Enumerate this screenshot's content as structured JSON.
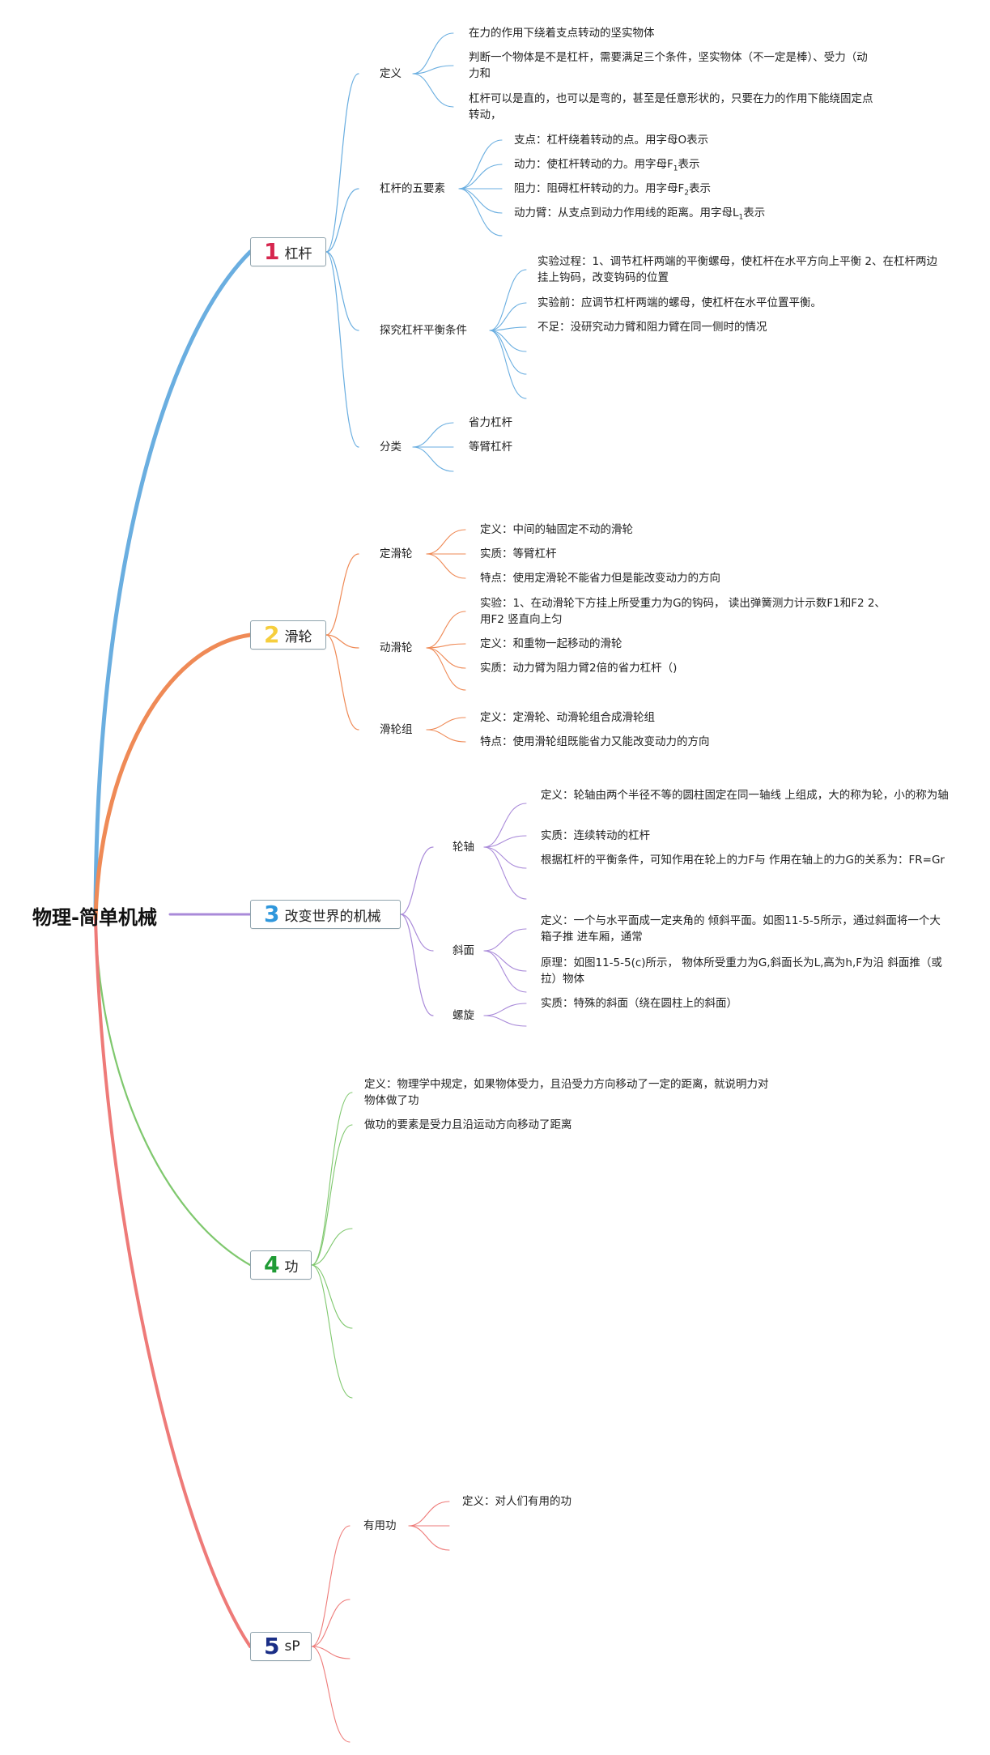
{
  "root": {
    "title": "物理-简单机械"
  },
  "colors": {
    "b1": "#6aaee0",
    "b2": "#ef8a56",
    "b3": "#a98ad9",
    "b4": "#7fc86e",
    "b5": "#ee7a78",
    "n1": "#d6264e",
    "n2": "#f6ce3d",
    "n3": "#2f97dc",
    "n4": "#1f9b35",
    "n5": "#1a2e86"
  },
  "b1": {
    "num": "1",
    "label": "杠杆",
    "def": {
      "label": "定义",
      "items": [
        "在力的作用下绕着支点转动的坚实物体",
        "判断一个物体是不是杠杆，需要满足三个条件，坚实物体（不一定是棒）、受力（动力和",
        "杠杆可以是直的，也可以是弯的，甚至是任意形状的，只要在力的作用下能绕固定点转动，"
      ]
    },
    "five": {
      "label": "杠杆的五要素",
      "i1": "支点：杠杆绕着转动的点。用字母O表示",
      "i2a": "动力：使杠杆转动的力。用字母F",
      "i2s": "1",
      "i2b": "表示",
      "i3a": "阻力：阻碍杠杆转动的力。用字母F",
      "i3s": "2",
      "i3b": "表示",
      "i4a": "动力臂：从支点到动力作用线的距离。用字母L",
      "i4s": "1",
      "i4b": "表示"
    },
    "exp": {
      "label": "探究杠杆平衡条件",
      "items": [
        "实验过程：1、调节杠杆两端的平衡螺母，使杠杆在水平方向上平衡 2、在杠杆两边挂上钩码，改变钩码的位置",
        "实验前：应调节杠杆两端的螺母，使杠杆在水平位置平衡。",
        "不足：没研究动力臂和阻力臂在同一侧时的情况"
      ]
    },
    "cls": {
      "label": "分类",
      "items": [
        "省力杠杆",
        "等臂杠杆"
      ]
    }
  },
  "b2": {
    "num": "2",
    "label": "滑轮",
    "fixed": {
      "label": "定滑轮",
      "items": [
        "定义：中间的轴固定不动的滑轮",
        "实质：等臂杠杆",
        "特点：使用定滑轮不能省力但是能改变动力的方向"
      ]
    },
    "moving": {
      "label": "动滑轮",
      "items": [
        "实验：1、在动滑轮下方挂上所受重力为G的钩码， 读出弹簧测力计示数F1和F2 2、用F2 竖直向上匀",
        "定义：和重物一起移动的滑轮",
        "实质：动力臂为阻力臂2倍的省力杠杆（)"
      ]
    },
    "group": {
      "label": "滑轮组",
      "items": [
        "定义：定滑轮、动滑轮组合成滑轮组",
        "特点：使用滑轮组既能省力又能改变动力的方向"
      ]
    }
  },
  "b3": {
    "num": "3",
    "label": "改变世界的机械",
    "axle": {
      "label": "轮轴",
      "items": [
        "定义：轮轴由两个半径不等的圆柱固定在同一轴线 上组成，大的称为轮，小的称为轴",
        "实质：连续转动的杠杆",
        "根据杠杆的平衡条件，可知作用在轮上的力F与 作用在轴上的力G的关系为：FR=Gr"
      ]
    },
    "slope": {
      "label": "斜面",
      "items": [
        "定义：一个与水平面成一定夹角的 倾斜平面。如图11-5-5所示，通过斜面将一个大箱子推 进车厢，通常",
        "原理：如图11-5-5(c)所示， 物体所受重力为G,斜面长为L,高为h,F为沿 斜面推（或拉）物体"
      ]
    },
    "screw": {
      "label": "螺旋",
      "items": [
        "实质：特殊的斜面（绕在圆柱上的斜面）"
      ]
    }
  },
  "b4": {
    "num": "4",
    "label": "功",
    "items": [
      "定义：物理学中规定，如果物体受力，且沿受力方向移动了一定的距离，就说明力对物体做了功",
      "做功的要素是受力且沿运动方向移动了距离"
    ]
  },
  "b5": {
    "num": "5",
    "label": "sP",
    "useful": {
      "label": "有用功",
      "items": [
        "定义：对人们有用的功"
      ]
    }
  }
}
